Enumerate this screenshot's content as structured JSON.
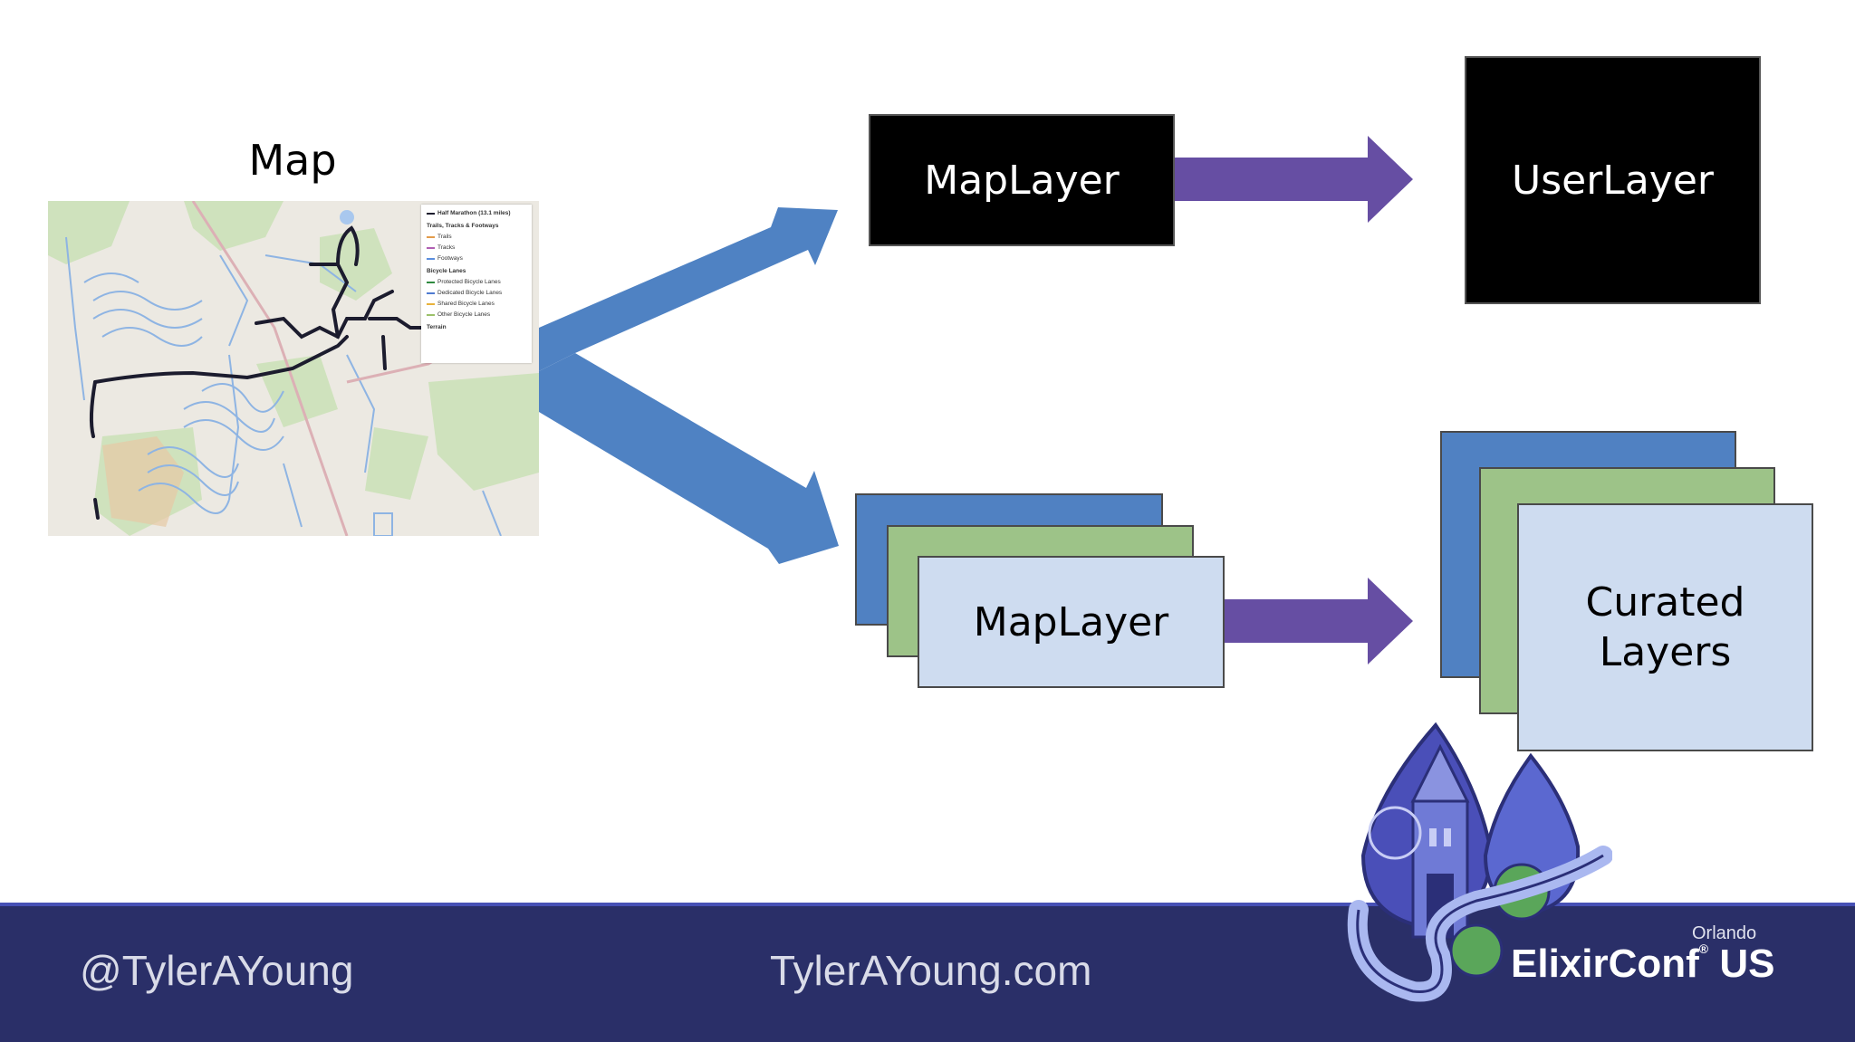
{
  "map": {
    "title": "Map",
    "legend": {
      "route": "Half Marathon (13.1 miles)",
      "trails_heading": "Trails, Tracks & Footways",
      "trails": "Trails",
      "tracks": "Tracks",
      "footways": "Footways",
      "bike_heading": "Bicycle Lanes",
      "protected": "Protected Bicycle Lanes",
      "dedicated": "Dedicated Bicycle Lanes",
      "shared": "Shared Bicycle Lanes",
      "other": "Other Bicycle Lanes",
      "terrain": "Terrain"
    }
  },
  "diagram": {
    "top_source": "MapLayer",
    "top_target": "UserLayer",
    "bottom_source": "MapLayer",
    "bottom_target_line1": "Curated",
    "bottom_target_line2": "Layers"
  },
  "colors": {
    "blue_arrow": "#4f82c3",
    "purple_arrow": "#664ea3",
    "footer": "#2a2f68"
  },
  "footer": {
    "handle": "@TylerAYoung",
    "website": "TylerAYoung.com",
    "brand_city": "Orlando",
    "brand_name": "ElixirConf",
    "brand_suffix": "US"
  }
}
